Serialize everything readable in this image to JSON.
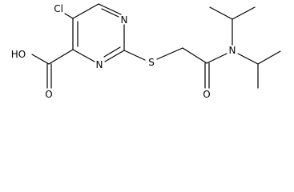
{
  "molecule": {
    "atoms": {
      "chlorine": "Cl",
      "ring_n_top": "N",
      "ring_n_bottom": "N",
      "sulfur": "S",
      "amide_nitrogen": "N",
      "hydroxyl": "HO",
      "carboxyl_oxygen": "O",
      "amide_oxygen": "O"
    },
    "colors": {
      "bond": "#000000",
      "text": "#000000",
      "background": "#ffffff"
    }
  }
}
